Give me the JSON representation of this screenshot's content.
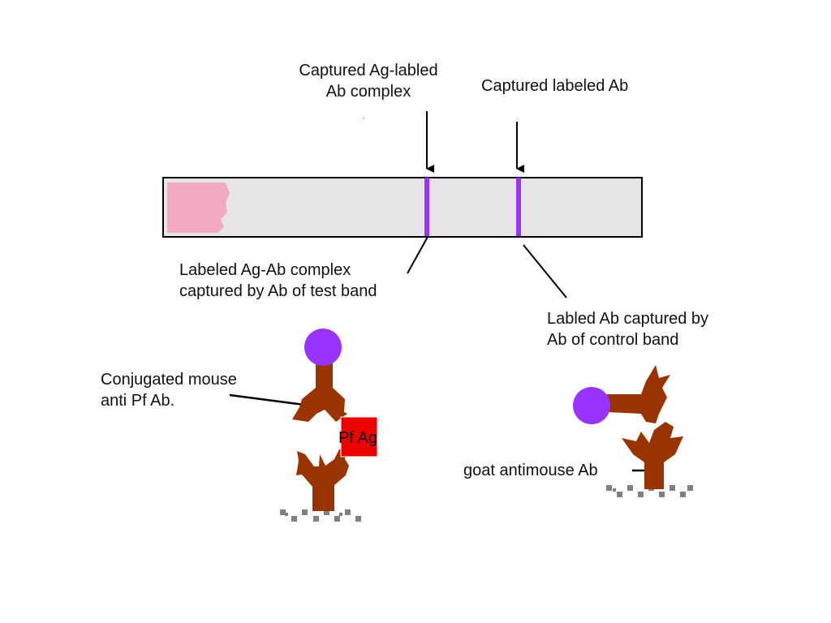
{
  "labels": {
    "top_left_line1": "Captured Ag-labled",
    "top_left_line2": "Ab complex",
    "top_right": "Captured labeled Ab",
    "mid_left_line1": "Labeled Ag-Ab complex",
    "mid_left_line2": "captured by Ab of test  band",
    "mid_right_line1": "Labled Ab captured by",
    "mid_right_line2": "Ab of control band",
    "conj_line1": "Conjugated mouse",
    "conj_line2": "anti Pf Ab.",
    "antigen": "Pf Ag",
    "goat": "goat antimouse Ab",
    "stray_mark": "‘"
  },
  "colors": {
    "strip_fill": "#e6e6e6",
    "strip_border": "#000000",
    "sample_pad": "#f2a9c2",
    "band": "#9933ff",
    "antibody": "#993300",
    "label_dot": "#9933ff",
    "antigen_fill": "#ee0000",
    "membrane_dots": "#808080",
    "line": "#000000"
  }
}
